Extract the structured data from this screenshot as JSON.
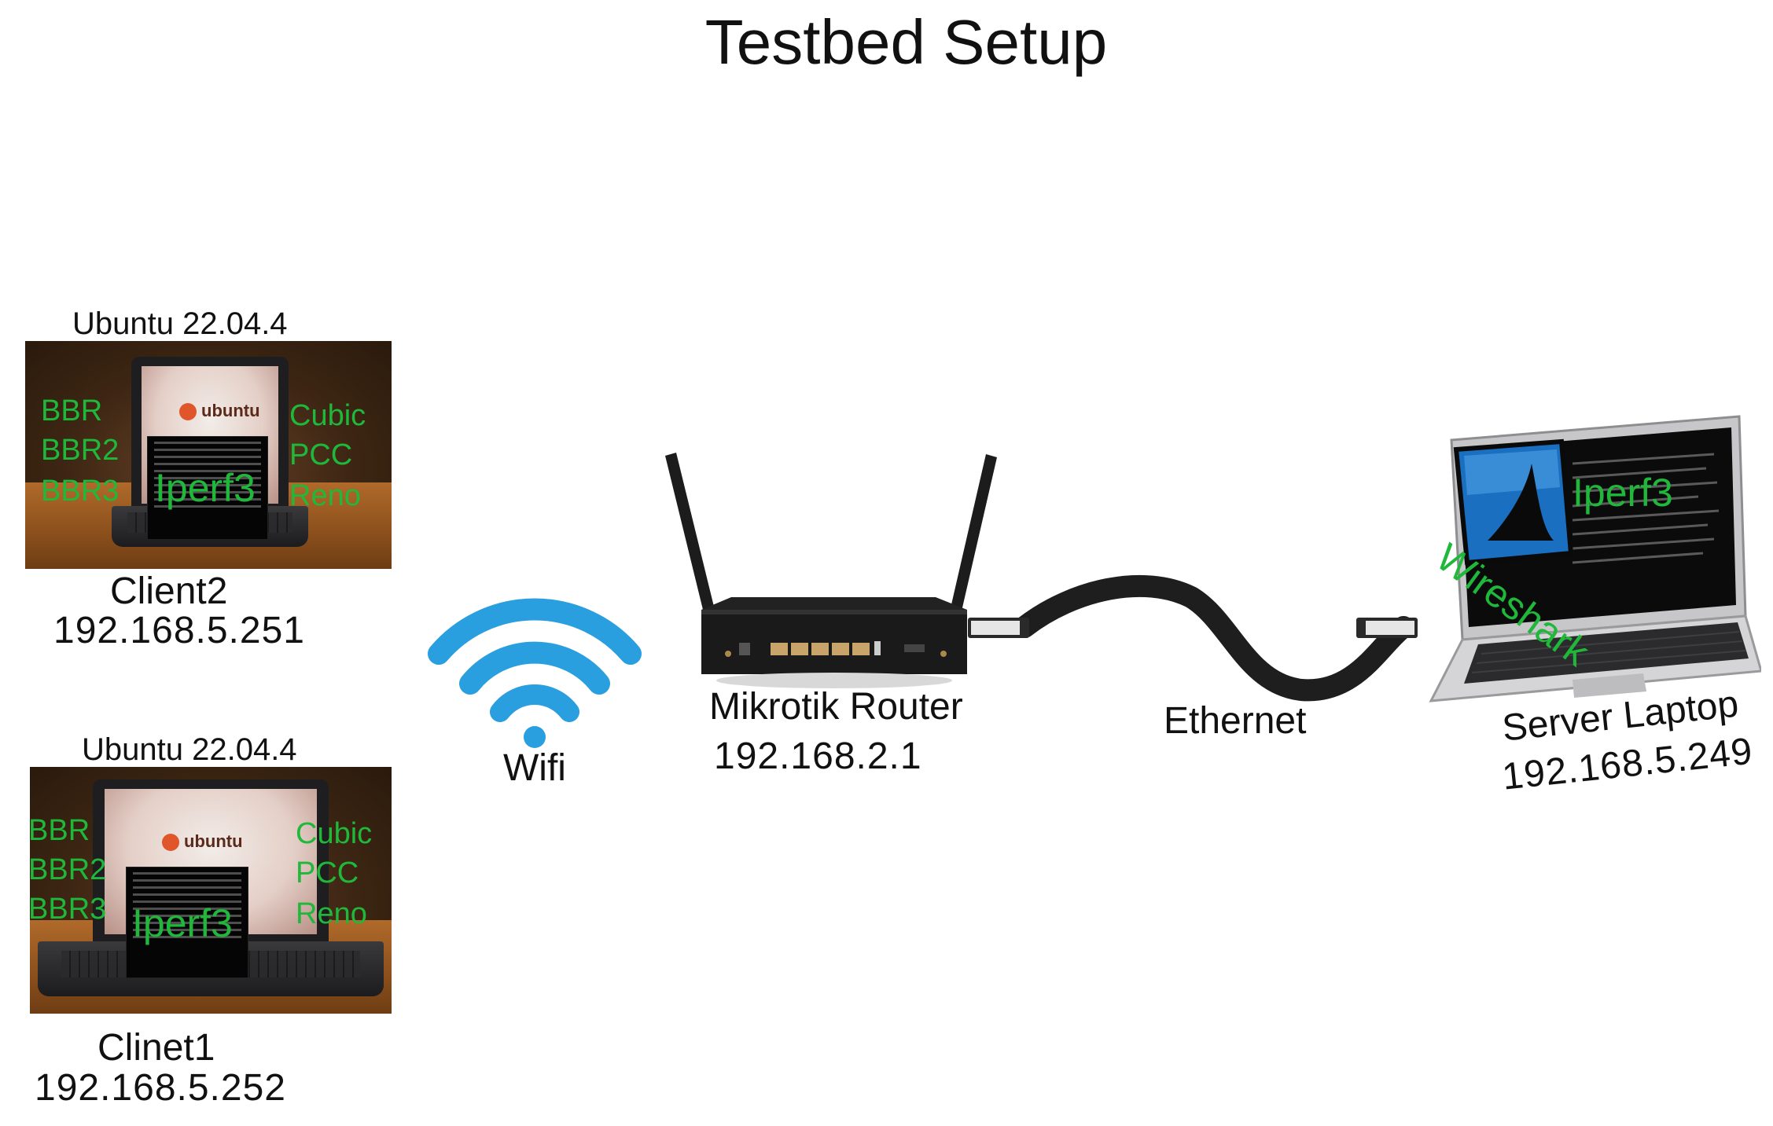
{
  "title": "Testbed Setup",
  "client2": {
    "os": "Ubuntu 22.04.4",
    "name": "Client2",
    "ip": "192.168.5.251",
    "left_algos": [
      "BBR",
      "BBR2",
      "BBR3"
    ],
    "right_algos": [
      "Cubic",
      "PCC",
      "Reno"
    ],
    "tool": "Iperf3",
    "screen_logo": "ubuntu"
  },
  "client1": {
    "os": "Ubuntu 22.04.4",
    "name": "Clinet1",
    "ip": "192.168.5.252",
    "left_algos": [
      "BBR",
      "BBR2",
      "BBR3"
    ],
    "right_algos": [
      "Cubic",
      "PCC",
      "Reno"
    ],
    "tool": "Iperf3",
    "screen_logo": "ubuntu"
  },
  "wifi": {
    "label": "Wifi",
    "color": "#2a9fe0"
  },
  "router": {
    "name": "Mikrotik Router",
    "ip": "192.168.2.1"
  },
  "link": {
    "label": "Ethernet"
  },
  "server": {
    "name": "Server Laptop",
    "ip": "192.168.5.249",
    "tool": "Iperf3",
    "capture": "Wireshark"
  },
  "accent_green": "#1fb83a"
}
